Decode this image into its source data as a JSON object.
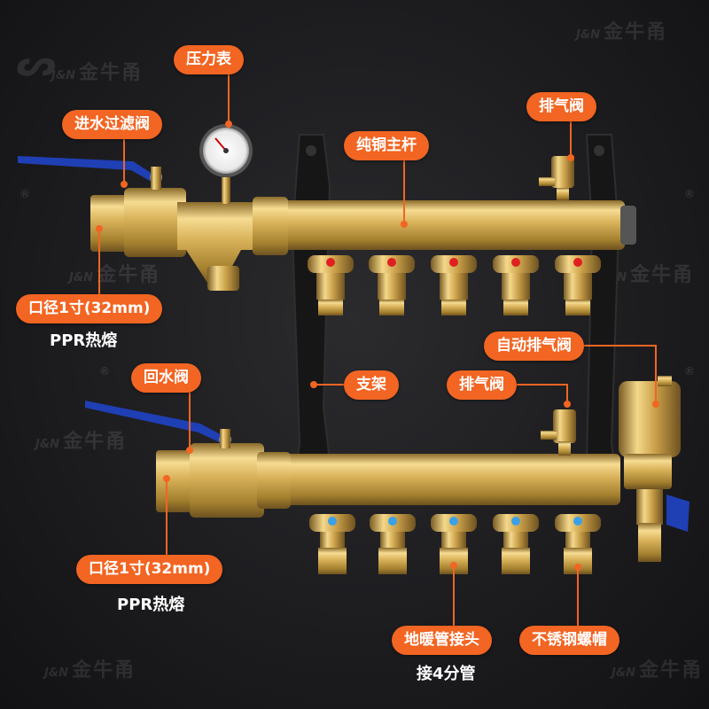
{
  "watermark": {
    "brand": "J&N",
    "chinese": "金牛甬",
    "registered": "®"
  },
  "labels": {
    "pressure_gauge": "压力表",
    "inlet_filter_valve": "进水过滤阀",
    "exhaust_valve_top": "排气阀",
    "copper_main_rod": "纯铜主杆",
    "diameter_top": "口径1寸(32mm)",
    "auto_exhaust_valve": "自动排气阀",
    "return_valve": "回水阀",
    "bracket": "支架",
    "exhaust_valve_bottom": "排气阀",
    "diameter_bottom": "口径1寸(32mm)",
    "floor_heating_connector": "地暖管接头",
    "stainless_nut": "不锈钢螺帽"
  },
  "notes": {
    "ppr_top": "PPR热熔",
    "ppr_bottom": "PPR热熔",
    "pipe_size": "接4分管"
  },
  "colors": {
    "label_bg": "#f26522",
    "brass": "#d9b25a",
    "handle_blue": "#1f3fb5",
    "knob_red": "#e02020",
    "knob_blue": "#3aa0e8",
    "bracket": "#1a1a1a"
  }
}
